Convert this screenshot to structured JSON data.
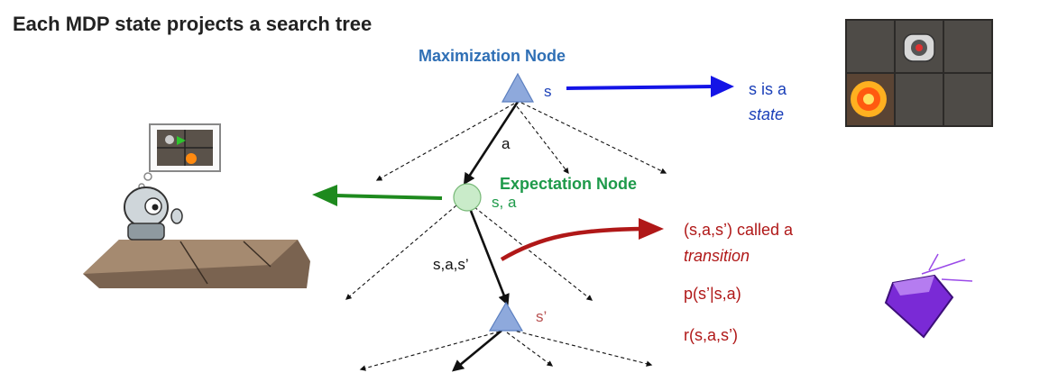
{
  "title": "Each MDP state projects a search tree",
  "labels": {
    "max_node": "Maximization Node",
    "exp_node": "Expectation Node",
    "s": "s",
    "a": "a",
    "sa": "s, a",
    "sas": "s,a,s’",
    "s_prime": "s’"
  },
  "annotations": {
    "state_line1": "s is a",
    "state_line2": "state",
    "transition_line1": "(s,a,s’) called a",
    "transition_line2": "transition",
    "probability": "p(s’|s,a)",
    "reward": "r(s,a,s’)"
  },
  "colors": {
    "max_node_fill": "#8ea9dc",
    "exp_node_fill": "#c9ebc9",
    "state_arrow": "#1414e6",
    "action_arrow": "#1e8a1e",
    "transition_arrow": "#b01818"
  },
  "icons": [
    "robot-thinking-icon",
    "grid-world-icon",
    "purple-gem-icon"
  ]
}
